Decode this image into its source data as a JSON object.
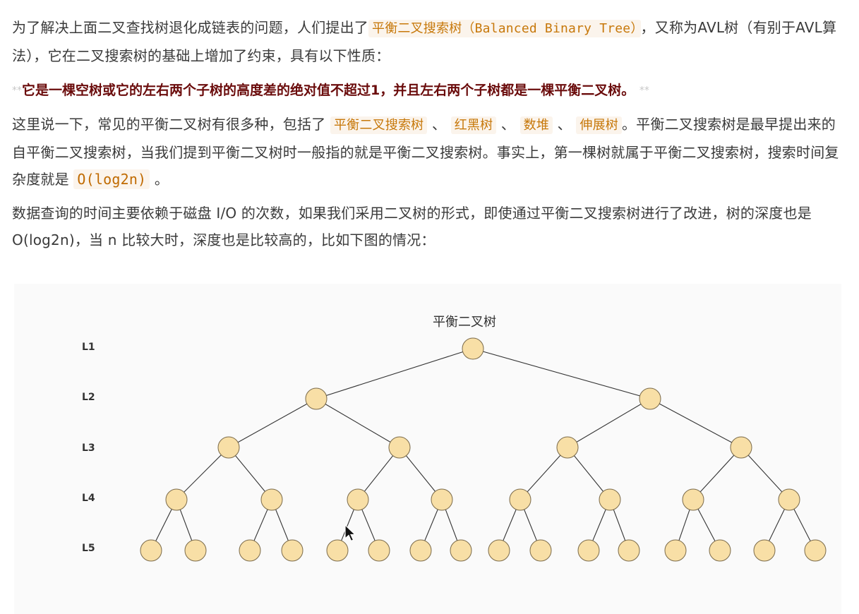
{
  "article": {
    "p1": {
      "t1": "为了解决上面二叉查找树退化成链表的问题，人们提出了",
      "code": "平衡二叉搜索树（Balanced Binary Tree）",
      "t2": "，又称为AVL树（有别于AVL算法），它在二叉搜索树的基础上增加了约束，具有以下性质："
    },
    "strong": {
      "mark_open": "**",
      "text": "它是一棵空树或它的左右两个子树的高度差的绝对值不超过1，并且左右两个子树都是一棵平衡二叉树。",
      "mark_close": "**"
    },
    "p2": {
      "t1": "这里说一下，常见的平衡二叉树有很多种，包括了",
      "c1": "平衡二叉搜索树",
      "s1": "、",
      "c2": "红黑树",
      "s2": "、",
      "c3": "数堆",
      "s3": "、",
      "c4": "伸展树",
      "t2": "。平衡二叉搜索树是最早提出来的自平衡二叉搜索树，当我们提到平衡二叉树时一般指的就是平衡二叉搜索树。事实上，第一棵树就属于平衡二叉搜索树，搜索时间复杂度就是",
      "c5": "O(log2n)",
      "t3": "。"
    },
    "p3": {
      "text": "数据查询的时间主要依赖于磁盘 I/O 的次数，如果我们采用二叉树的形式，即使通过平衡二叉搜索树进行了改进，树的深度也是 O(log2n)，当 n 比较大时，深度也是比较高的，比如下图的情况："
    }
  },
  "figure": {
    "title": "平衡二叉树",
    "levels": [
      "L1",
      "L2",
      "L3",
      "L4",
      "L5"
    ],
    "node_fill": "#f8dfa6",
    "node_stroke": "#7a6a4a",
    "edge_color": "#333333"
  },
  "colors": {
    "code_text": "#c7780a",
    "strong_text": "#6a0b0b"
  }
}
